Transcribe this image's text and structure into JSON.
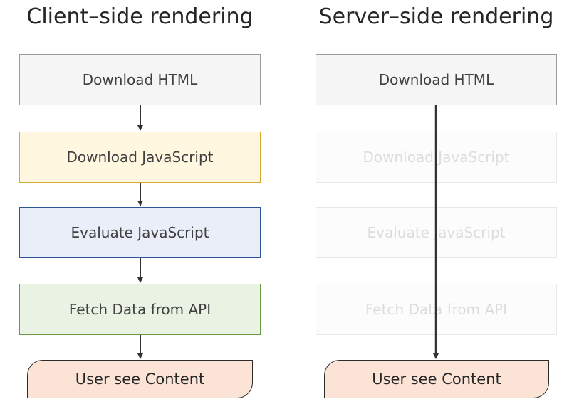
{
  "client": {
    "title": "Client–side rendering",
    "steps": [
      "Download HTML",
      "Download JavaScript",
      "Evaluate JavaScript",
      "Fetch Data from API"
    ],
    "result": "User see Content"
  },
  "server": {
    "title": "Server–side rendering",
    "steps": [
      "Download HTML",
      "Download JavaScript",
      "Evaluate JavaScript",
      "Fetch Data from API"
    ],
    "result": "User see Content"
  },
  "colors": {
    "html_fill": "#f5f5f5",
    "javascript_fill": "#fff7e0",
    "evaluate_fill": "#e9eef8",
    "fetch_fill": "#eaf3e3",
    "content_fill": "#fbe3d6",
    "arrow": "#333333"
  }
}
